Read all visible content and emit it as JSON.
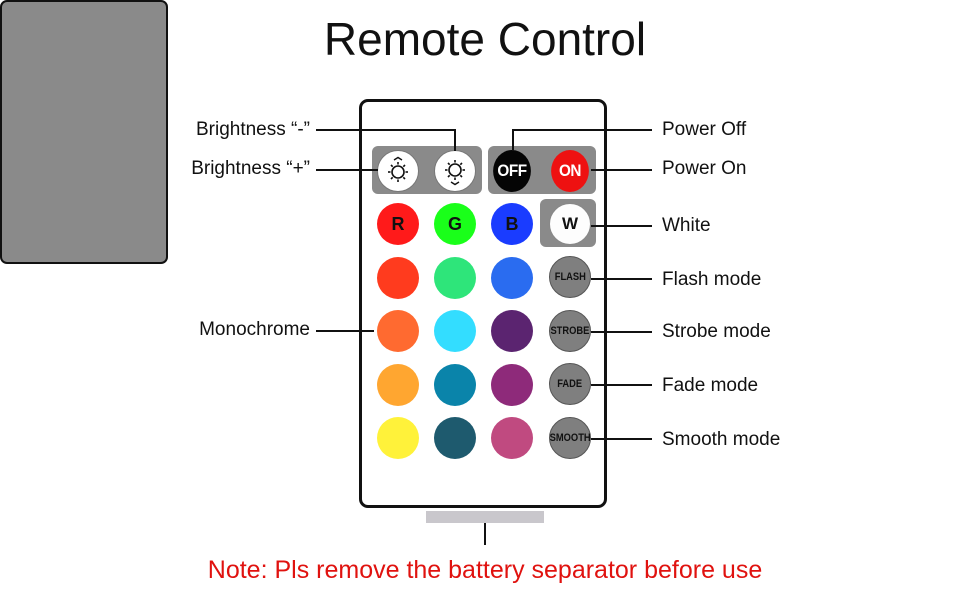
{
  "title": "Remote Control",
  "labels": {
    "brightness_minus": "Brightness “-”",
    "brightness_plus": "Brightness “+”",
    "monochrome": "Monochrome",
    "power_off": "Power Off",
    "power_on": "Power On",
    "white": "White",
    "flash_mode": "Flash mode",
    "strobe_mode": "Strobe mode",
    "fade_mode": "Fade mode",
    "smooth_mode": "Smooth mode"
  },
  "buttons": {
    "off": "OFF",
    "on": "ON",
    "white": "W",
    "r": "R",
    "g": "G",
    "b": "B",
    "flash": "FLASH",
    "strobe": "STROBE",
    "fade": "FADE",
    "smooth": "SMOOTH"
  },
  "color_grid": [
    [
      "#ff1a1a",
      "#1aff1a",
      "#1a3cff"
    ],
    [
      "#ff3b1e",
      "#2ee57a",
      "#2a6cf0"
    ],
    [
      "#ff6a30",
      "#33ddff",
      "#5b2470"
    ],
    [
      "#ffa630",
      "#0a84aa",
      "#8e2a7a"
    ],
    [
      "#fff23a",
      "#1e5a6e",
      "#c04a80"
    ]
  ],
  "note": "Note: Pls remove the battery separator before use"
}
